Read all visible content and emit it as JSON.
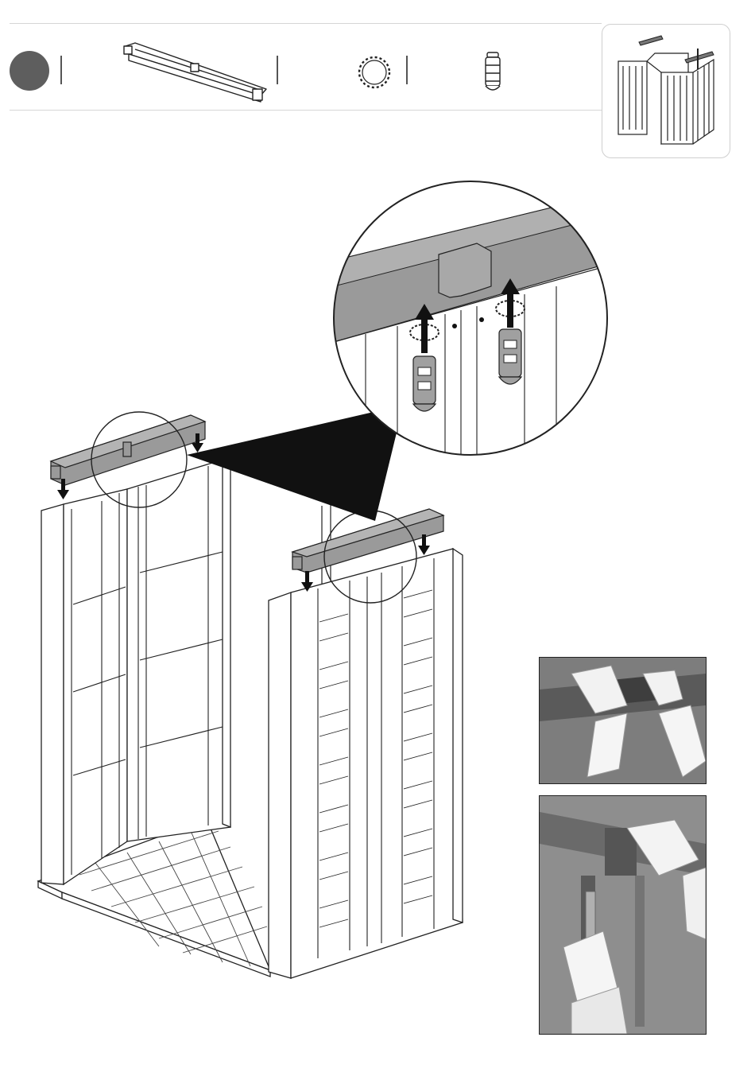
{
  "step": {
    "number": "",
    "color": "#5e5e5e"
  },
  "parts": [
    {
      "name": "top-beam-part-icon"
    },
    {
      "name": "washer-ring-part-icon"
    },
    {
      "name": "plug-connector-part-icon"
    }
  ],
  "thumbnail": {
    "name": "shed-overview-thumbnail"
  },
  "photos": [
    {
      "name": "photo-placing-beam"
    },
    {
      "name": "photo-inserting-plug"
    }
  ],
  "colors": {
    "beam_fill": "#9a9a9a",
    "line": "#222222",
    "rule": "#d6d6d6"
  }
}
